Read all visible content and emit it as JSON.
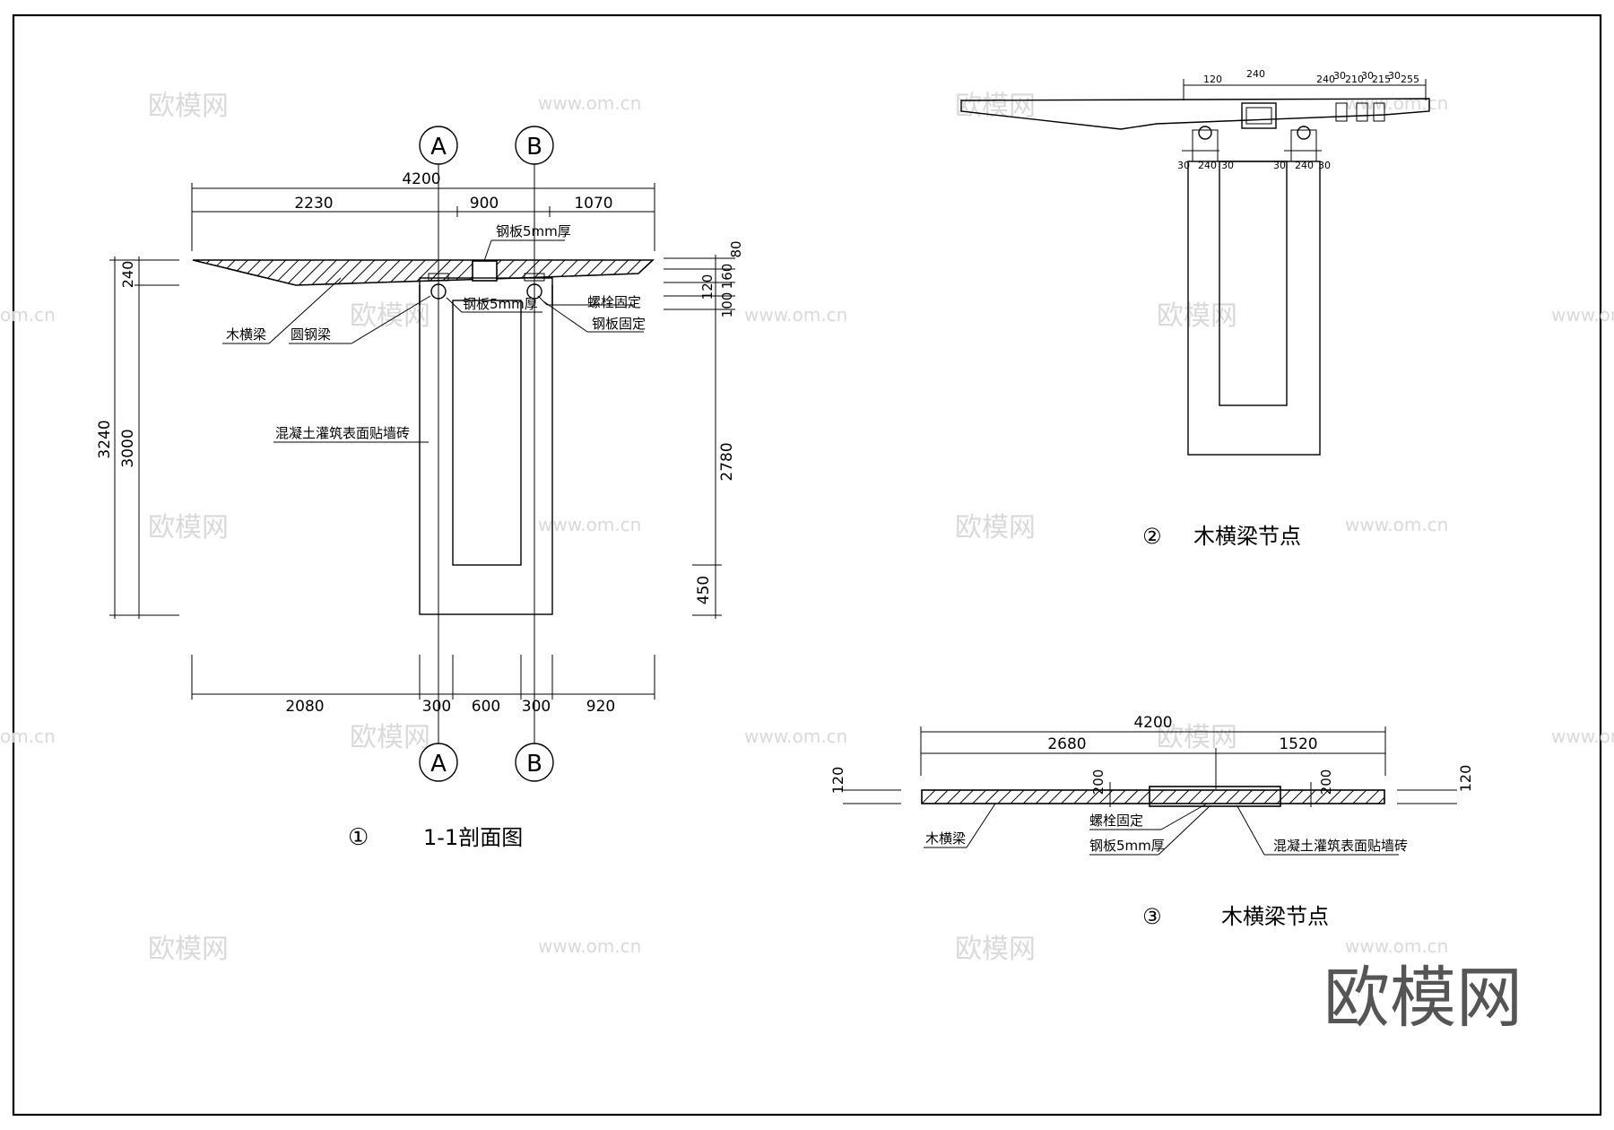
{
  "watermarks": {
    "brand": "欧模网",
    "site": "www.om.cn",
    "site_partial": "om.cn"
  },
  "axes": {
    "a": "A",
    "b": "B"
  },
  "section1": {
    "dims_top": {
      "total": "4200",
      "left": "2230",
      "mid": "900",
      "right": "1070"
    },
    "dims_bottom": {
      "d1": "2080",
      "d2": "300",
      "d3": "600",
      "d4": "300",
      "d5": "920"
    },
    "dims_left": {
      "d240": "240",
      "d3240": "3240",
      "d3000": "3000"
    },
    "dims_right": {
      "d80": "80",
      "d160": "160",
      "d100": "100",
      "d120": "120",
      "d2780": "2780",
      "d450": "450"
    },
    "labels": {
      "steel_plate_5mm": "钢板5mm厚",
      "steel_plate_5mm_2": "钢板5mm厚",
      "bolt_fixed": "螺栓固定",
      "steel_plate_fixed": "钢板固定",
      "wood_beam": "木横梁",
      "round_steel_beam": "圆钢梁",
      "concrete_tile": "混凝土灌筑表面贴墙砖"
    },
    "caption_num": "①",
    "caption": "1-1剖面图"
  },
  "section2": {
    "top_dims": [
      "120",
      "240",
      "240",
      "30",
      "210",
      "30",
      "215",
      "30",
      "255"
    ],
    "small_dims": [
      "30",
      "240",
      "30",
      "30",
      "240",
      "30"
    ],
    "caption_num": "②",
    "caption": "木横梁节点"
  },
  "section3": {
    "dims_top": {
      "total": "4200",
      "left": "2680",
      "right": "1520"
    },
    "dims_side": {
      "left120": "120",
      "right120": "120",
      "d200a": "200",
      "d200b": "200"
    },
    "labels": {
      "wood_beam": "木横梁",
      "bolt_fixed": "螺栓固定",
      "steel_plate_5mm": "钢板5mm厚",
      "concrete_tile": "混凝土灌筑表面贴墙砖"
    },
    "caption_num": "③",
    "caption": "木横梁节点"
  },
  "big_brand": "欧模网"
}
